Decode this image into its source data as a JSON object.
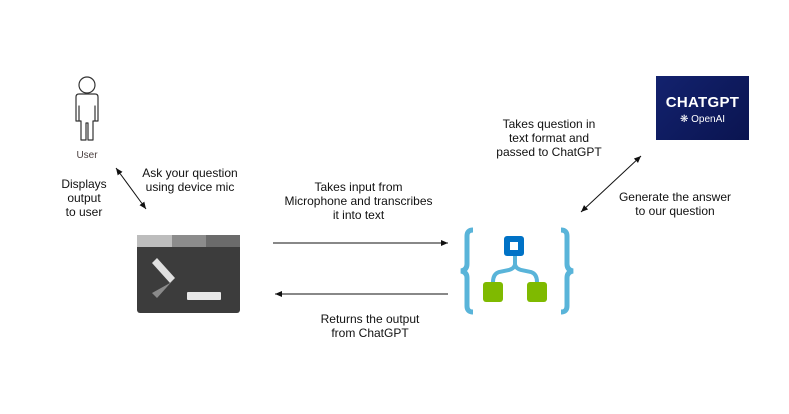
{
  "nodes": {
    "user": {
      "label": "User",
      "icon": "person-icon"
    },
    "terminal": {
      "icon": "terminal-icon"
    },
    "logic_app": {
      "icon": "logic-app-workflow-icon",
      "colors": {
        "brace": "#59b4d9",
        "top": "#0072c6",
        "leaf": "#7fba00"
      }
    },
    "chatgpt": {
      "title": "CHATGPT",
      "subtitle": "OpenAI",
      "bg": "#0d1a5c"
    }
  },
  "labels": {
    "ask_question": "Ask your question\nusing device mic",
    "displays_output": "Displays\noutput\nto user",
    "takes_input": "Takes input from\nMicrophone and transcribes\nit into text",
    "returns_output": "Returns the output\nfrom ChatGPT",
    "takes_question": "Takes question in\ntext format and\npassed to ChatGPT",
    "generate_answer": "Generate the answer\nto our question"
  }
}
